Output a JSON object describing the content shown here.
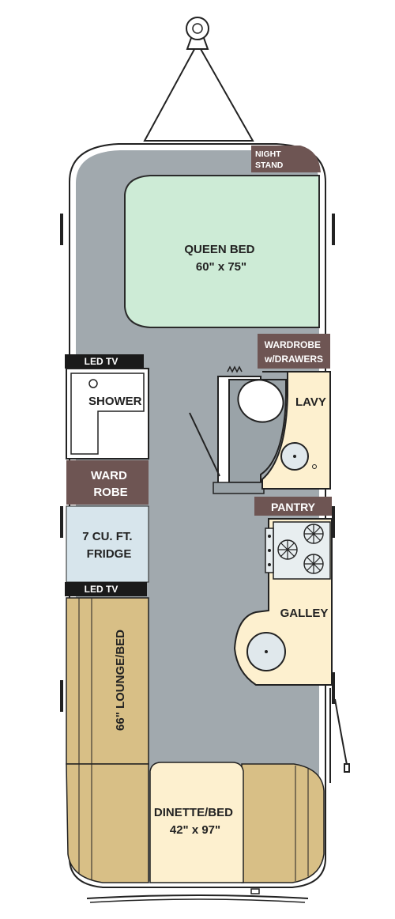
{
  "colors": {
    "floor": "#a1a9ae",
    "bed": "#cdebd6",
    "brown": "#6e5553",
    "cream": "#fdf0cf",
    "lounge": "#d8bf86",
    "fridge": "#d7e5ec",
    "black": "#1a1a1a"
  },
  "labels": {
    "night_stand": [
      "NIGHT",
      "STAND"
    ],
    "queen_bed": [
      "QUEEN BED",
      "60\" x 75\""
    ],
    "wardrobe_drawers": [
      "WARDROBE",
      "w/DRAWERS"
    ],
    "led_tv_top": "LED TV",
    "shower": "SHOWER",
    "lavy": "LAVY",
    "ward_robe": [
      "WARD",
      "ROBE"
    ],
    "pantry": "PANTRY",
    "fridge": [
      "7 CU. FT.",
      "FRIDGE"
    ],
    "led_tv_bottom": "LED TV",
    "galley": "GALLEY",
    "lounge_bed": "66\" LOUNGE/BED",
    "dinette_bed": [
      "DINETTE/BED",
      "42\" x 97\""
    ]
  }
}
